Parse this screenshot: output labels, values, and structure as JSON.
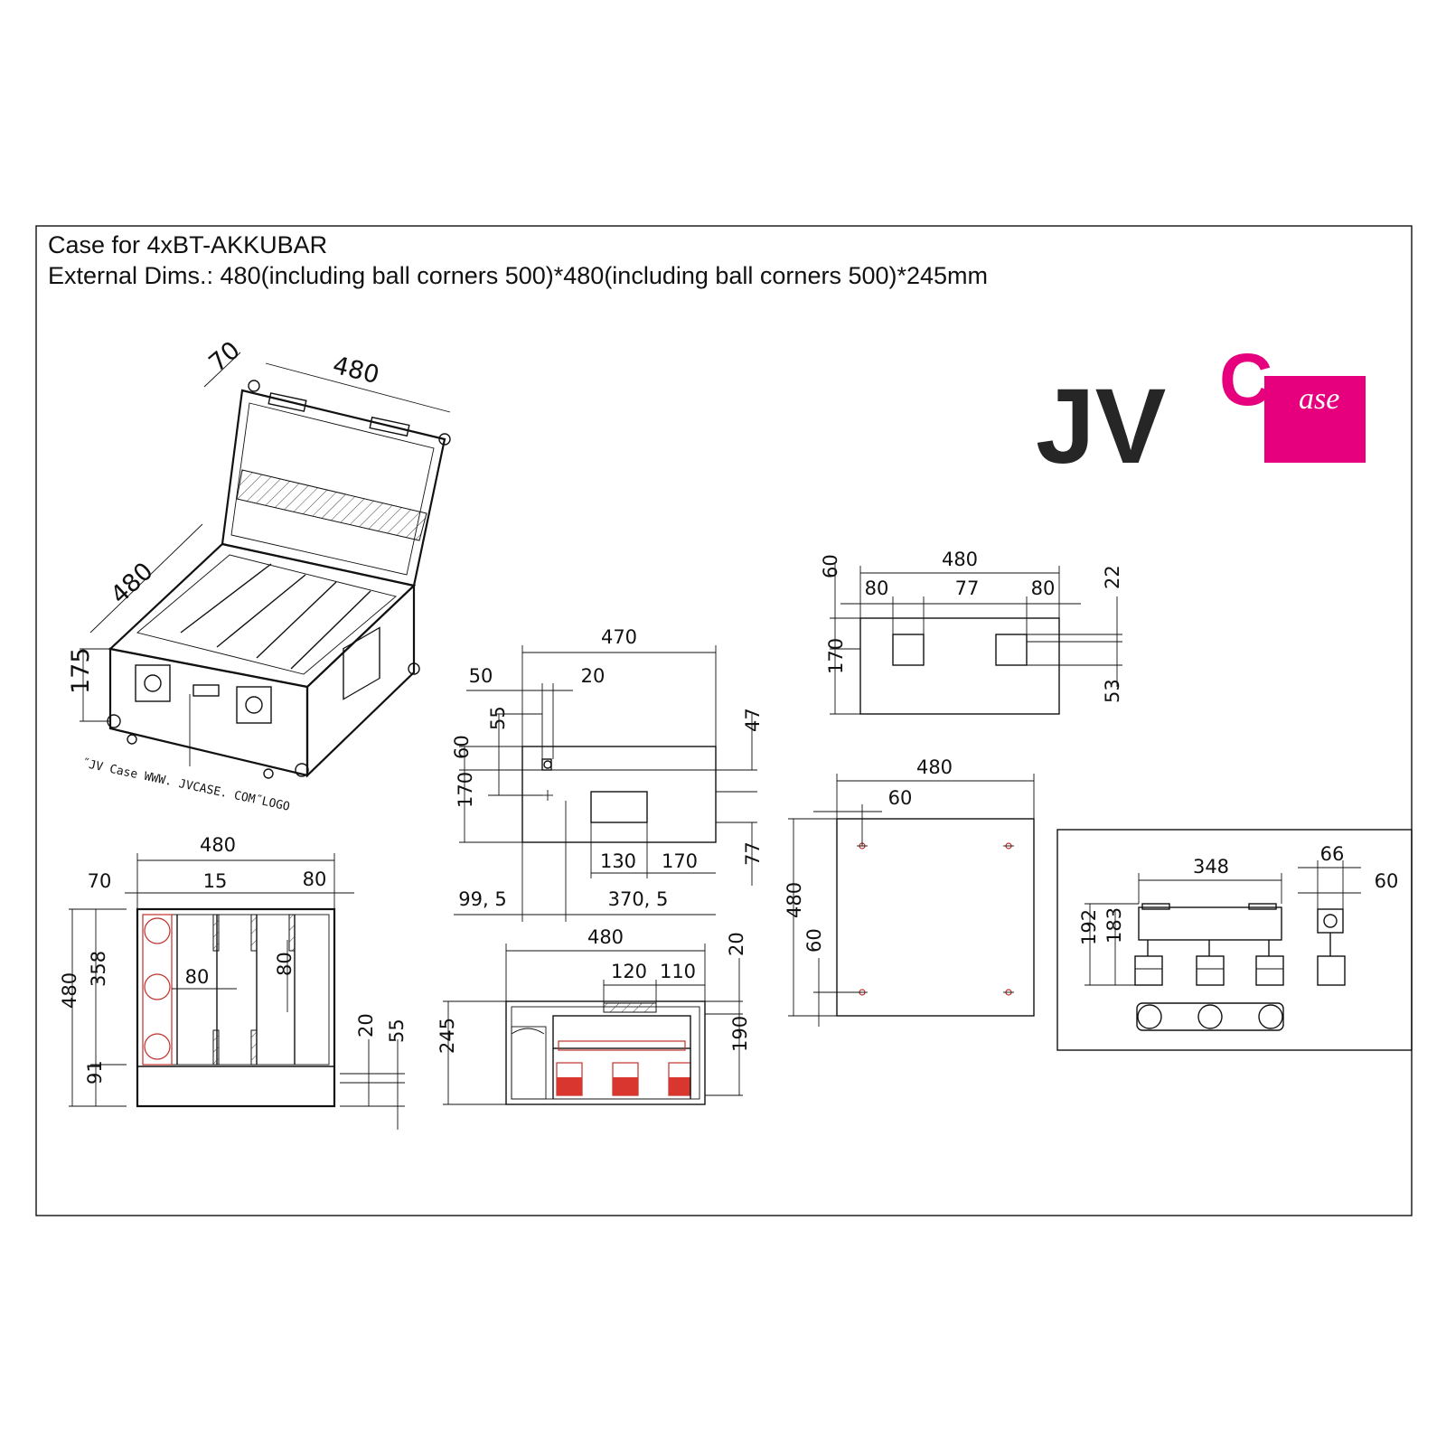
{
  "title": {
    "line1": "Case for 4xBT-AKKUBAR",
    "line2": "External Dims.: 480(including ball corners 500)*480(including ball corners 500)*245mm"
  },
  "logo": {
    "text_jv": "JV",
    "text_c": "C",
    "text_ase": "ase",
    "accent_color": "#e6007e",
    "dark_color": "#262626"
  },
  "iso_view": {
    "dims": [
      "70",
      "480",
      "480",
      "175"
    ],
    "logo_note": "˝JV Case WWW. JVCASE. COM˝LOGO"
  },
  "top_view": {
    "dims": [
      "480",
      "70",
      "15",
      "80",
      "80",
      "80",
      "480",
      "358",
      "91",
      "20",
      "55"
    ]
  },
  "front_view": {
    "dims": [
      "470",
      "50",
      "20",
      "55",
      "60",
      "170",
      "47",
      "130",
      "170",
      "77",
      "99, 5",
      "370, 5"
    ]
  },
  "lid_side_view": {
    "dims": [
      "480",
      "60",
      "80",
      "77",
      "80",
      "22",
      "170",
      "53"
    ]
  },
  "lid_top_view": {
    "dims": [
      "480",
      "60",
      "480",
      "60"
    ]
  },
  "section_view": {
    "dims": [
      "480",
      "120",
      "110",
      "20",
      "245",
      "190"
    ]
  },
  "product_view": {
    "dims": [
      "348",
      "66",
      "60",
      "192",
      "183"
    ]
  }
}
